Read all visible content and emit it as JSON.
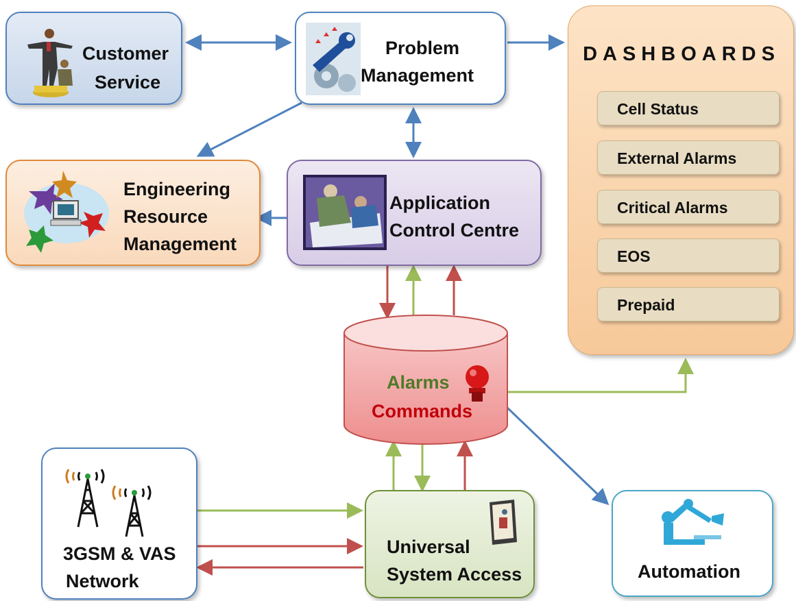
{
  "nodes": {
    "customer_service": {
      "line1": "Customer",
      "line2": "Service"
    },
    "problem_management": {
      "line1": "Problem",
      "line2": "Management"
    },
    "engineering": {
      "line1": "Engineering",
      "line2": "Resource",
      "line3": "Management"
    },
    "acc": {
      "line1": "Application",
      "line2": "Control Centre"
    },
    "alarms_db": {
      "line1": "Alarms",
      "line2": "Commands"
    },
    "network": {
      "line1": "3GSM & VAS",
      "line2": "Network"
    },
    "usa": {
      "line1": "Universal",
      "line2": "System Access"
    },
    "automation": {
      "line1": "Automation"
    }
  },
  "dashboards": {
    "title": "DASHBOARDS",
    "items": [
      "Cell Status",
      "External Alarms",
      "Critical Alarms",
      "EOS",
      "Prepaid"
    ]
  },
  "colors": {
    "arrow_blue": "#4f81bd",
    "arrow_red": "#c0504d",
    "arrow_green": "#9bbb59",
    "alarms_green_text": "#4f7a28",
    "alarms_red_text": "#c0000b"
  }
}
